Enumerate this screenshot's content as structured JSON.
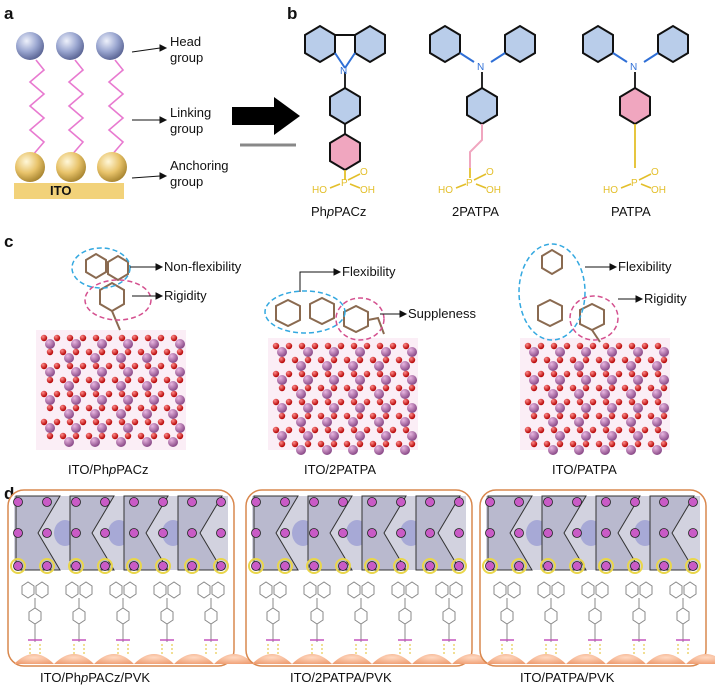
{
  "panel_a": {
    "letter": "a",
    "substrate": "ITO",
    "labels": [
      "Head group",
      "Linking group",
      "Anchoring group"
    ]
  },
  "panel_b": {
    "letter": "b",
    "molecules": [
      {
        "name_pre": "Ph",
        "name_italic": "p",
        "name_post": "PACz"
      },
      {
        "name": "2PATPA"
      },
      {
        "name": "PATPA"
      }
    ],
    "atoms": {
      "N": "N",
      "P": "P",
      "O": "O",
      "HO": "HO",
      "OH": "OH"
    }
  },
  "panel_c": {
    "letter": "c",
    "annotations": [
      [
        "Non-flexibility",
        "Rigidity"
      ],
      [
        "Flexibility",
        "Suppleness"
      ],
      [
        "Flexibility",
        "Rigidity"
      ]
    ],
    "captions": [
      {
        "pre": "ITO/Ph",
        "italic": "p",
        "post": "PACz"
      },
      {
        "text": "ITO/2PATPA"
      },
      {
        "text": "ITO/PATPA"
      }
    ]
  },
  "panel_d": {
    "letter": "d",
    "captions": [
      {
        "pre": "ITO/Ph",
        "italic": "p",
        "post": "PACz/PVK"
      },
      {
        "text": "ITO/2PATPA/PVK"
      },
      {
        "text": "ITO/PATPA/PVK"
      }
    ]
  },
  "colors": {
    "head_sphere": "#9aa6d0",
    "anchor_sphere": "#e8c36a",
    "linker": "#e87ad0",
    "ito_bar": "#f2d27a",
    "benzene_blue": "#b9cdea",
    "benzene_pink": "#f0a6bf",
    "phosphonic": "#e3bf2a",
    "dashed_blue": "#33a8e0",
    "dashed_pink": "#d4508f",
    "frame_orange": "#d9884e",
    "octahedron": "#b9b9ce",
    "a_site": "#c3c4e6",
    "pb_node": "#c95bc6",
    "ito_crest": "#f4b490"
  }
}
